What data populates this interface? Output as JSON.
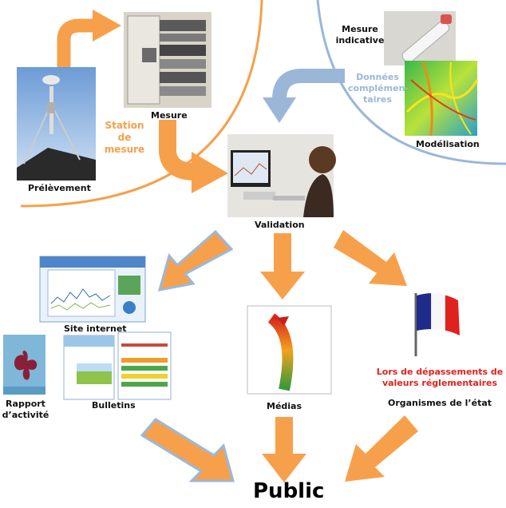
{
  "labels": {
    "prelevement": "Prélèvement",
    "mesure": "Mesure",
    "station_line1": "Station",
    "station_line2": "de",
    "station_line3": "mesure",
    "mesure_indicative_line1": "Mesure",
    "mesure_indicative_line2": "indicative",
    "donnees_line1": "Données",
    "donnees_line2": "complémen-",
    "donnees_line3": "taires",
    "modelisation": "Modélisation",
    "validation": "Validation",
    "site_internet": "Site internet",
    "rapport_line1": "Rapport",
    "rapport_line2": "d’activité",
    "bulletins": "Bulletins",
    "medias": "Médias",
    "depassements_line1": "Lors de dépassements de",
    "depassements_line2": "valeurs réglementaires",
    "organismes": "Organismes de l’état",
    "public": "Public"
  },
  "colors": {
    "orange_arrow": "#f7a04b",
    "blue_arrow": "#9bb7d8",
    "red_text": "#e0221e",
    "circle_orange": "#f7a04b",
    "circle_blue": "#9bb7d8"
  },
  "icons": {
    "prelevement": "air-sampler-photo",
    "mesure": "measurement-rack-photo",
    "mesure_indicative": "sample-tube-photo",
    "modelisation": "pollution-map-photo",
    "validation": "operator-at-computer-photo",
    "site_internet": "website-screenshot",
    "rapport": "annual-report-cover",
    "bulletins": "bulletin-pages",
    "medias": "air-quality-index-scale",
    "organismes": "french-flag"
  }
}
